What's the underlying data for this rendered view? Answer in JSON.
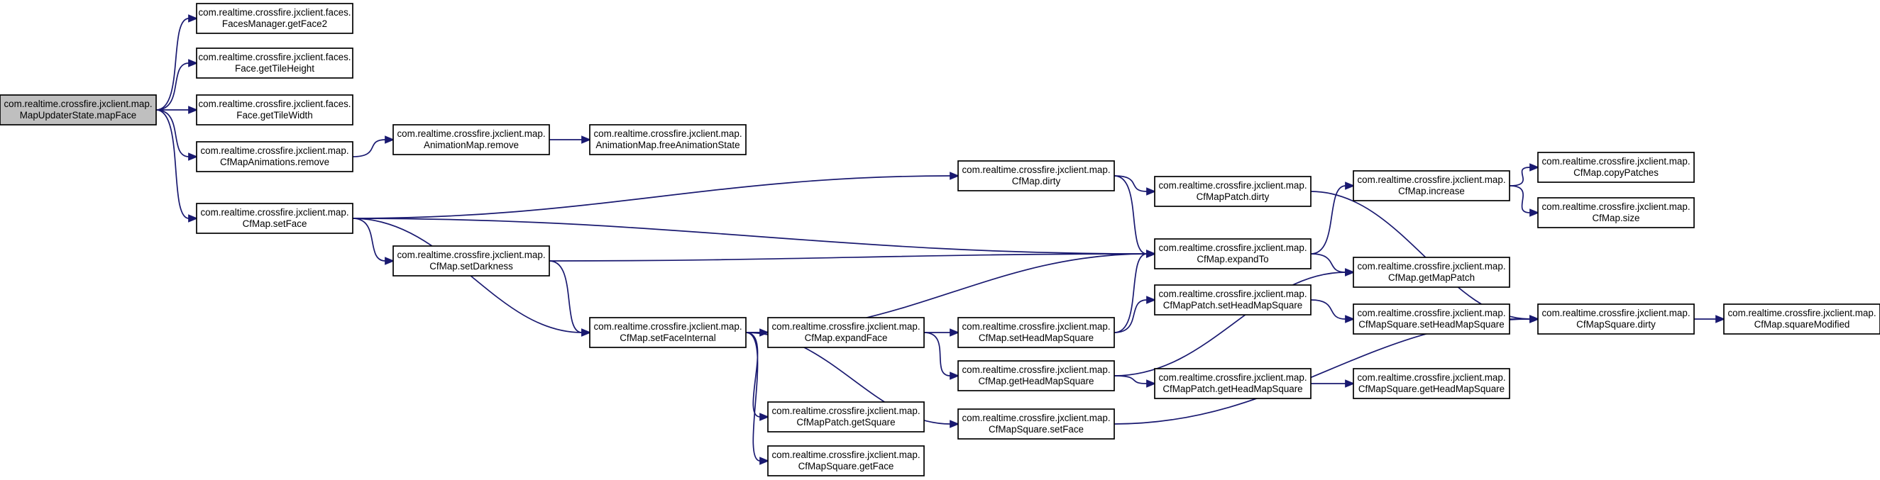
{
  "colors": {
    "edge": "#191970",
    "root_fill": "#bfbfbf",
    "node_fill": "#ffffff",
    "border": "#000000"
  },
  "nodes": [
    {
      "id": "mapFace",
      "root": true,
      "line1": "com.realtime.crossfire.jxclient.map.",
      "line2": "MapUpdaterState.mapFace"
    },
    {
      "id": "getFace2",
      "line1": "com.realtime.crossfire.jxclient.faces.",
      "line2": "FacesManager.getFace2"
    },
    {
      "id": "getTileHeight",
      "line1": "com.realtime.crossfire.jxclient.faces.",
      "line2": "Face.getTileHeight"
    },
    {
      "id": "getTileWidth",
      "line1": "com.realtime.crossfire.jxclient.faces.",
      "line2": "Face.getTileWidth"
    },
    {
      "id": "animRemove",
      "line1": "com.realtime.crossfire.jxclient.map.",
      "line2": "CfMapAnimations.remove"
    },
    {
      "id": "animMapRemove",
      "line1": "com.realtime.crossfire.jxclient.map.",
      "line2": "AnimationMap.remove"
    },
    {
      "id": "freeAnim",
      "line1": "com.realtime.crossfire.jxclient.map.",
      "line2": "AnimationMap.freeAnimationState"
    },
    {
      "id": "setFace",
      "line1": "com.realtime.crossfire.jxclient.map.",
      "line2": "CfMap.setFace"
    },
    {
      "id": "setDarkness",
      "line1": "com.realtime.crossfire.jxclient.map.",
      "line2": "CfMap.setDarkness"
    },
    {
      "id": "setFaceInternal",
      "line1": "com.realtime.crossfire.jxclient.map.",
      "line2": "CfMap.setFaceInternal"
    },
    {
      "id": "cfDirty",
      "line1": "com.realtime.crossfire.jxclient.map.",
      "line2": "CfMap.dirty"
    },
    {
      "id": "patchDirty",
      "line1": "com.realtime.crossfire.jxclient.map.",
      "line2": "CfMapPatch.dirty"
    },
    {
      "id": "expandTo",
      "line1": "com.realtime.crossfire.jxclient.map.",
      "line2": "CfMap.expandTo"
    },
    {
      "id": "increase",
      "line1": "com.realtime.crossfire.jxclient.map.",
      "line2": "CfMap.increase"
    },
    {
      "id": "copyPatches",
      "line1": "com.realtime.crossfire.jxclient.map.",
      "line2": "CfMap.copyPatches"
    },
    {
      "id": "size",
      "line1": "com.realtime.crossfire.jxclient.map.",
      "line2": "CfMap.size"
    },
    {
      "id": "getMapPatch",
      "line1": "com.realtime.crossfire.jxclient.map.",
      "line2": "CfMap.getMapPatch"
    },
    {
      "id": "expandFace",
      "line1": "com.realtime.crossfire.jxclient.map.",
      "line2": "CfMap.expandFace"
    },
    {
      "id": "cfSetHead",
      "line1": "com.realtime.crossfire.jxclient.map.",
      "line2": "CfMap.setHeadMapSquare"
    },
    {
      "id": "patchSetHead",
      "line1": "com.realtime.crossfire.jxclient.map.",
      "line2": "CfMapPatch.setHeadMapSquare"
    },
    {
      "id": "sqSetHead",
      "line1": "com.realtime.crossfire.jxclient.map.",
      "line2": "CfMapSquare.setHeadMapSquare"
    },
    {
      "id": "sqDirty",
      "line1": "com.realtime.crossfire.jxclient.map.",
      "line2": "CfMapSquare.dirty"
    },
    {
      "id": "squareModified",
      "line1": "com.realtime.crossfire.jxclient.map.",
      "line2": "CfMap.squareModified"
    },
    {
      "id": "cfGetHead",
      "line1": "com.realtime.crossfire.jxclient.map.",
      "line2": "CfMap.getHeadMapSquare"
    },
    {
      "id": "patchGetHead",
      "line1": "com.realtime.crossfire.jxclient.map.",
      "line2": "CfMapPatch.getHeadMapSquare"
    },
    {
      "id": "sqGetHead",
      "line1": "com.realtime.crossfire.jxclient.map.",
      "line2": "CfMapSquare.getHeadMapSquare"
    },
    {
      "id": "patchGetSquare",
      "line1": "com.realtime.crossfire.jxclient.map.",
      "line2": "CfMapPatch.getSquare"
    },
    {
      "id": "sqSetFace",
      "line1": "com.realtime.crossfire.jxclient.map.",
      "line2": "CfMapSquare.setFace"
    },
    {
      "id": "sqGetFace",
      "line1": "com.realtime.crossfire.jxclient.map.",
      "line2": "CfMapSquare.getFace"
    }
  ],
  "edges": [
    [
      "mapFace",
      "getFace2"
    ],
    [
      "mapFace",
      "getTileHeight"
    ],
    [
      "mapFace",
      "getTileWidth"
    ],
    [
      "mapFace",
      "animRemove"
    ],
    [
      "mapFace",
      "setFace"
    ],
    [
      "animRemove",
      "animMapRemove"
    ],
    [
      "animMapRemove",
      "freeAnim"
    ],
    [
      "setFace",
      "cfDirty"
    ],
    [
      "setFace",
      "expandTo"
    ],
    [
      "setFace",
      "setDarkness"
    ],
    [
      "setFace",
      "setFaceInternal"
    ],
    [
      "setDarkness",
      "expandTo"
    ],
    [
      "setDarkness",
      "setFaceInternal"
    ],
    [
      "cfDirty",
      "patchDirty"
    ],
    [
      "cfDirty",
      "expandTo"
    ],
    [
      "patchDirty",
      "sqDirty"
    ],
    [
      "expandTo",
      "increase"
    ],
    [
      "expandTo",
      "getMapPatch"
    ],
    [
      "increase",
      "copyPatches"
    ],
    [
      "increase",
      "size"
    ],
    [
      "setFaceInternal",
      "expandTo"
    ],
    [
      "setFaceInternal",
      "expandFace"
    ],
    [
      "setFaceInternal",
      "patchGetSquare"
    ],
    [
      "setFaceInternal",
      "sqSetFace"
    ],
    [
      "setFaceInternal",
      "sqGetFace"
    ],
    [
      "expandFace",
      "cfSetHead"
    ],
    [
      "expandFace",
      "cfGetHead"
    ],
    [
      "cfSetHead",
      "expandTo"
    ],
    [
      "cfSetHead",
      "patchSetHead"
    ],
    [
      "patchSetHead",
      "sqSetHead"
    ],
    [
      "sqSetHead",
      "sqDirty"
    ],
    [
      "cfGetHead",
      "getMapPatch"
    ],
    [
      "cfGetHead",
      "patchGetHead"
    ],
    [
      "patchGetHead",
      "sqGetHead"
    ],
    [
      "sqSetFace",
      "sqDirty"
    ],
    [
      "sqDirty",
      "squareModified"
    ]
  ]
}
